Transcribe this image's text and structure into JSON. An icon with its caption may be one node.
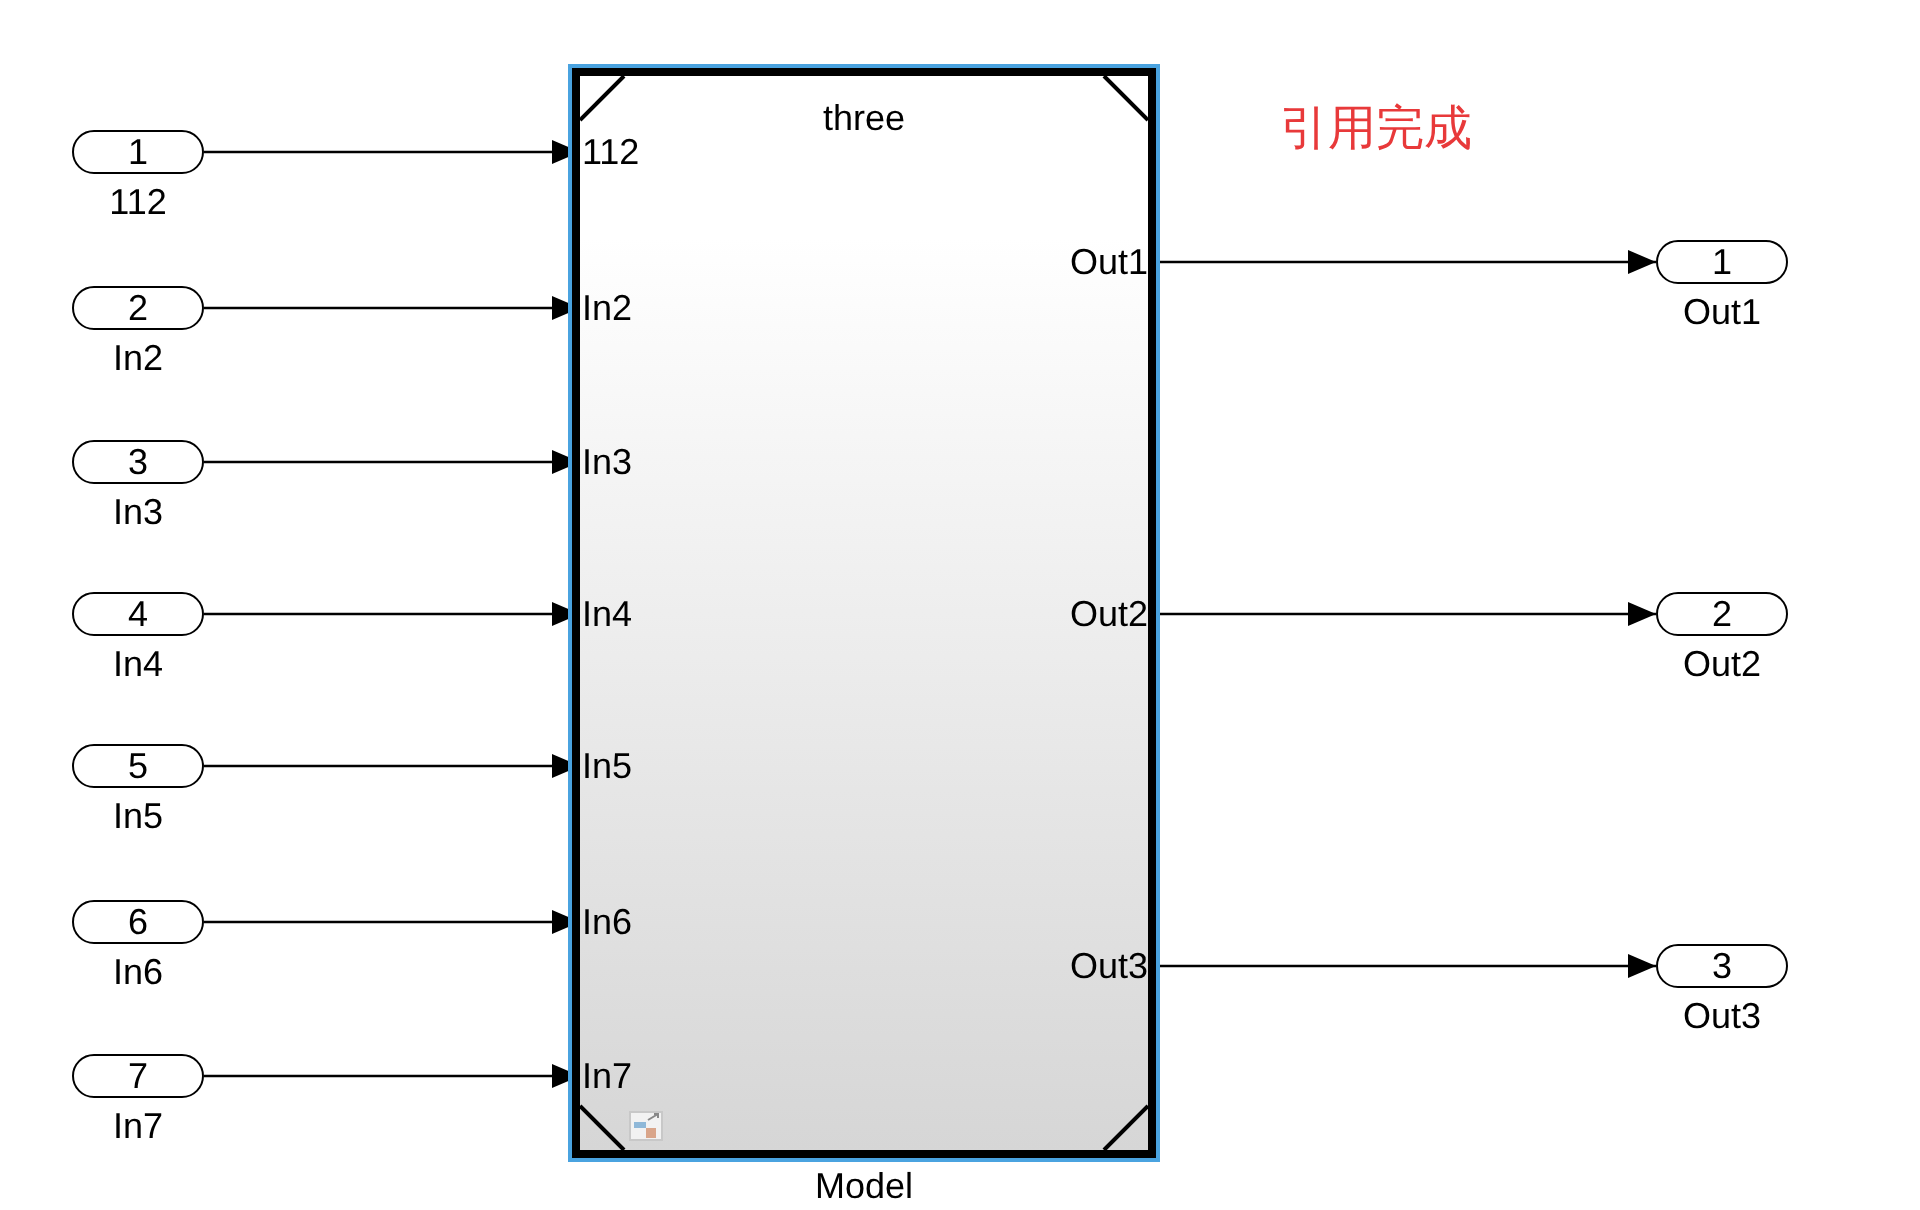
{
  "diagram": {
    "nodes": [
      {
        "text": [
          "1"
        ],
        "beside": [
          "112"
        ]
      },
      {
        "text": [
          "2"
        ],
        "beside": [
          "In2"
        ]
      },
      {
        "text": [
          "3"
        ],
        "beside": [
          "In3"
        ]
      },
      {
        "text": [
          "4"
        ],
        "beside": [
          "In4"
        ]
      },
      {
        "text": [
          "5"
        ],
        "beside": [
          "In5"
        ]
      },
      {
        "text": [
          "6"
        ],
        "beside": [
          "In6"
        ]
      },
      {
        "text": [
          "7"
        ],
        "beside": [
          "In7"
        ]
      },
      {
        "text": [
          "three"
        ],
        "beside": [
          "Model"
        ]
      },
      {
        "text": [
          "112"
        ],
        "in": 7
      },
      {
        "text": [
          "In2"
        ],
        "in": 7
      },
      {
        "text": [
          "In3"
        ],
        "in": 7
      },
      {
        "text": [
          "In4"
        ],
        "in": 7
      },
      {
        "text": [
          "In5"
        ],
        "in": 7
      },
      {
        "text": [
          "In6"
        ],
        "in": 7
      },
      {
        "text": [
          "In7"
        ],
        "in": 7
      },
      {
        "text": [
          "Out1"
        ],
        "in": 7
      },
      {
        "text": [
          "Out2"
        ],
        "in": 7
      },
      {
        "text": [
          "Out3"
        ],
        "in": 7
      },
      {
        "text": [
          "1"
        ],
        "beside": [
          "Out1"
        ]
      },
      {
        "text": [
          "2"
        ],
        "beside": [
          "Out2"
        ]
      },
      {
        "text": [
          "3"
        ],
        "beside": [
          "Out3"
        ]
      }
    ],
    "edges": [
      {
        "from": 0,
        "to": 8,
        "arrow": "to"
      },
      {
        "from": 1,
        "to": 9,
        "arrow": "to"
      },
      {
        "from": 2,
        "to": 10,
        "arrow": "to"
      },
      {
        "from": 3,
        "to": 11,
        "arrow": "to"
      },
      {
        "from": 4,
        "to": 12,
        "arrow": "to"
      },
      {
        "from": 5,
        "to": 13,
        "arrow": "to"
      },
      {
        "from": 6,
        "to": 14,
        "arrow": "to"
      },
      {
        "from": 15,
        "to": 18,
        "arrow": "to"
      },
      {
        "from": 16,
        "to": 19,
        "arrow": "to"
      },
      {
        "from": 17,
        "to": 20,
        "arrow": "to"
      }
    ],
    "labels": [
      "引用完成"
    ]
  }
}
